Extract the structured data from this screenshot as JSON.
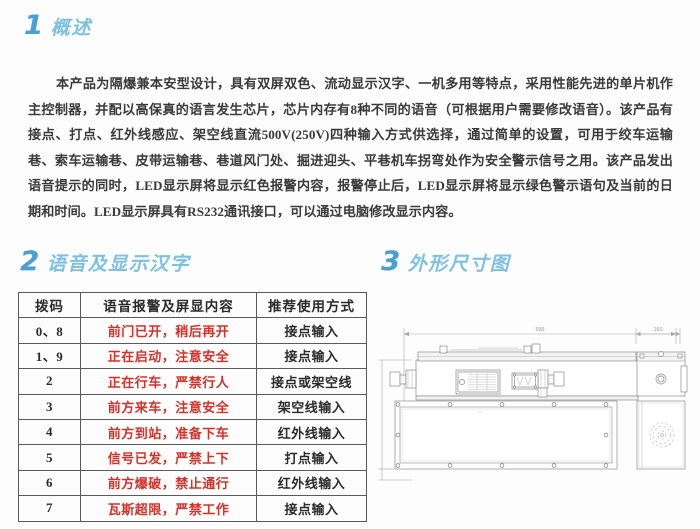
{
  "page": {
    "background": "#fdfdfd",
    "accent_number_color": "#4a9fd4",
    "accent_title_color": "#7dc0e3",
    "alert_text_color": "#d63028"
  },
  "sections": [
    {
      "number": "1",
      "title": "概述"
    },
    {
      "number": "2",
      "title": "语音及显示汉字"
    },
    {
      "number": "3",
      "title": "外形尺寸图"
    }
  ],
  "overview": {
    "paragraph": "本产品为隔爆兼本安型设计，具有双屏双色、流动显示汉字、一机多用等特点，采用性能先进的单片机作主控制器，并配以高保真的语言发生芯片，芯片内存有8种不同的语音（可根据用户需要修改语音）。该产品有接点、打点、红外线感应、架空线直流500V(250V)四种输入方式供选择，通过简单的设置，可用于绞车运输巷、索车运输巷、皮带运输巷、巷道风门处、掘进迎头、平巷机车拐弯处作为安全警示信号之用。该产品发出语音提示的同时，LED显示屏将显示红色报警内容，报警停止后，LED显示屏将显示绿色警示语句及当前的日期和时间。LED显示屏具有RS232通讯接口，可以通过电脑修改显示内容。"
  },
  "voice_table": {
    "headers": [
      "拨码",
      "语音报警及屏显内容",
      "推荐使用方式"
    ],
    "rows": [
      {
        "code": "0、8",
        "message": "前门已开，稍后再开",
        "mode": "接点输入"
      },
      {
        "code": "1、9",
        "message": "正在启动，注意安全",
        "mode": "接点输入"
      },
      {
        "code": "2",
        "message": "正在行车，严禁行人",
        "mode": "接点或架空线"
      },
      {
        "code": "3",
        "message": "前方来车，注意安全",
        "mode": "架空线输入"
      },
      {
        "code": "4",
        "message": "前方到站，准备下车",
        "mode": "红外线输入"
      },
      {
        "code": "5",
        "message": "信号已发，严禁上下",
        "mode": "打点输入"
      },
      {
        "code": "6",
        "message": "前方爆破，禁止通行",
        "mode": "红外线输入"
      },
      {
        "code": "7",
        "message": "瓦斯超限，严禁工作",
        "mode": "接点输入"
      }
    ]
  },
  "dimension_drawing": {
    "front_width_label": "535",
    "side_width_label": "160"
  }
}
